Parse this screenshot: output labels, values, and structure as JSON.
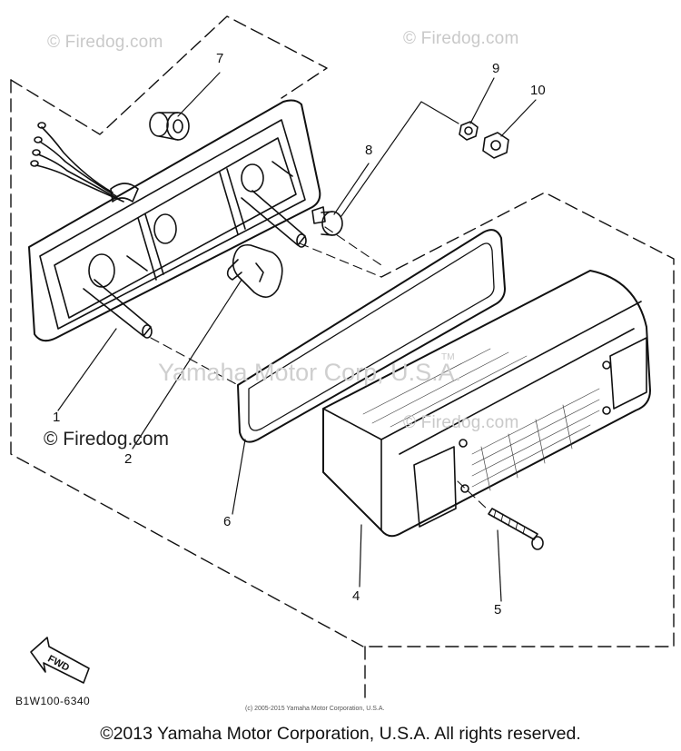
{
  "watermarks": {
    "firedog_top_left": "© Firedog.com",
    "firedog_top_right": "© Firedog.com",
    "firedog_bottom_left": "© Firedog.com",
    "firedog_bottom_right": "© Firedog.com",
    "yamaha_center": "Yamaha Motor Corp, U.S.A.",
    "trademark": "TM"
  },
  "callouts": {
    "c1": "1",
    "c2": "2",
    "c4": "4",
    "c5": "5",
    "c6": "6",
    "c7": "7",
    "c8": "8",
    "c9": "9",
    "c10": "10"
  },
  "fwd_label": "FWD",
  "part_code": "B1W100-6340",
  "small_copyright": "(c) 2005-2015 Yamaha Motor Corporation, U.S.A.",
  "footer_copyright": "©2013 Yamaha Motor Corporation, U.S.A. All rights reserved."
}
